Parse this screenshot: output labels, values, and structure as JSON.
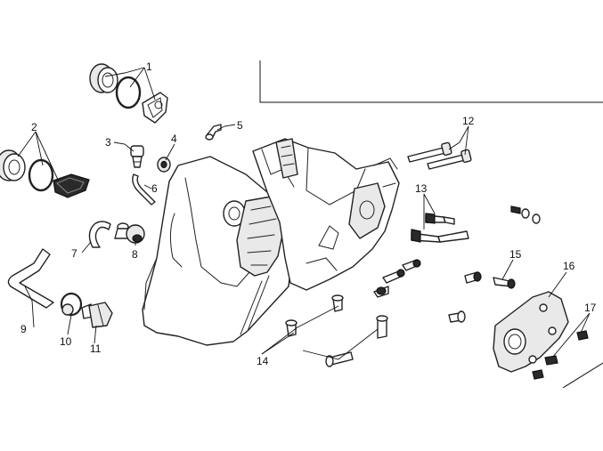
{
  "callouts": {
    "c1": "1",
    "c2": "2",
    "c3": "3",
    "c4": "4",
    "c5": "5",
    "c6": "6",
    "c7": "7",
    "c8": "8",
    "c9": "9",
    "c10": "10",
    "c11": "11",
    "c12": "12",
    "c13": "13",
    "c14": "14",
    "c15": "15",
    "c16": "16",
    "c17": "17"
  },
  "colors": {
    "line": "#222222",
    "fill": "#ffffff",
    "shade": "#e9e9e9"
  }
}
